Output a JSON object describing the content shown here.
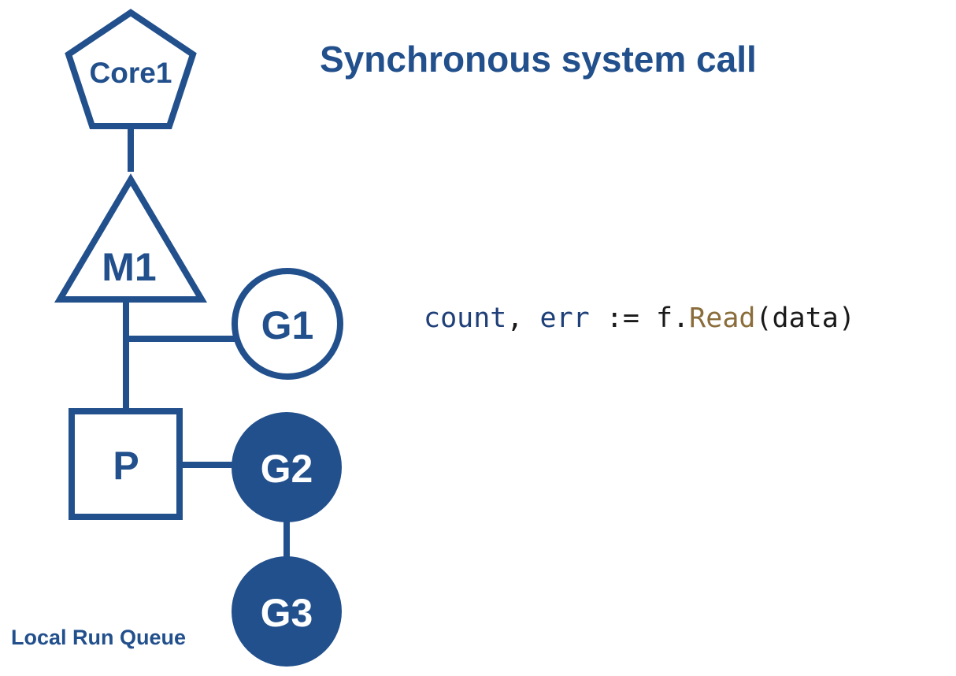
{
  "title": "Synchronous system call",
  "nodes": {
    "core": "Core1",
    "machine": "M1",
    "processor": "P",
    "running_goroutine": "G1",
    "queued_goroutine_1": "G2",
    "queued_goroutine_2": "G3"
  },
  "queue_label": "Local Run Queue",
  "code": {
    "var1": "count",
    "comma": ", ",
    "var2": "err",
    "op": " := f.",
    "func": "Read",
    "args": "(data)"
  },
  "colors": {
    "primary": "#22508c",
    "background": "#ffffff",
    "code_keyword": "#1f3f78",
    "code_function": "#8a6d3b"
  }
}
